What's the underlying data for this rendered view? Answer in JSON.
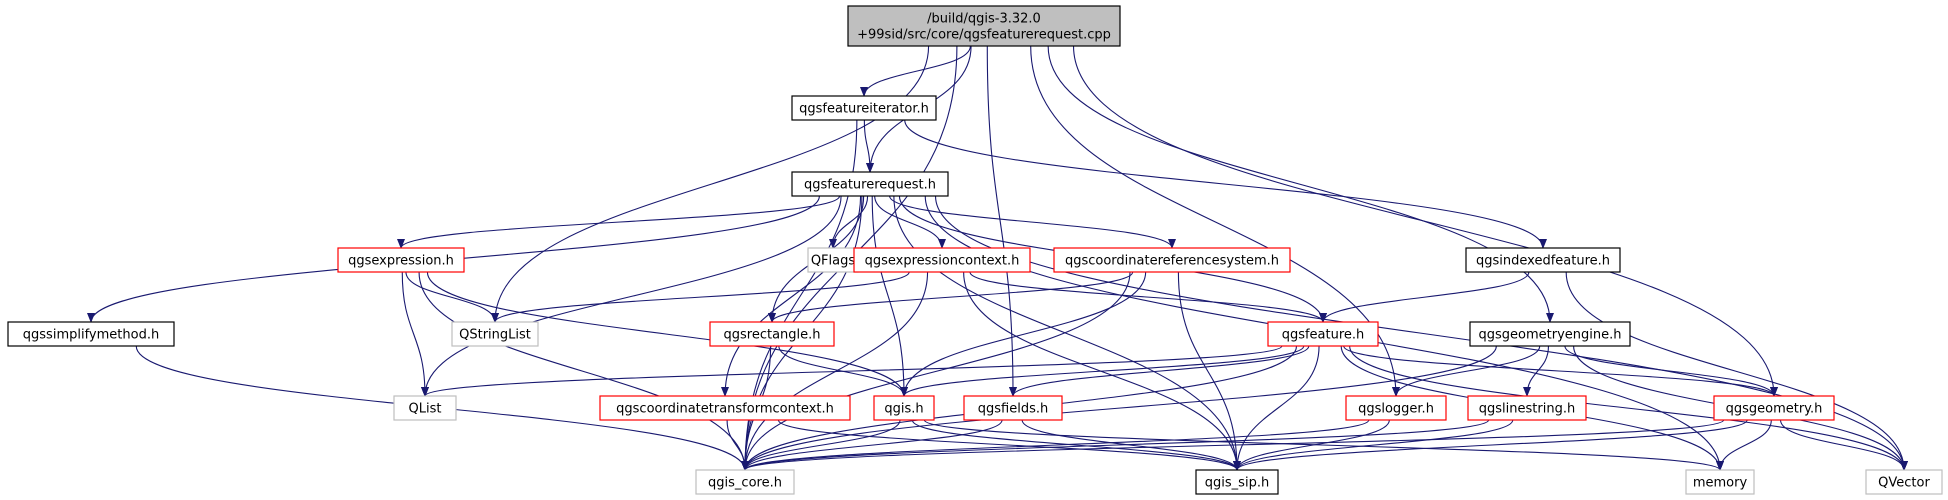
{
  "colors": {
    "edge": "#191970",
    "root_fill": "#bfbfbf",
    "normal_border": "#000000",
    "truncated_border": "#ff0000",
    "external_border": "#bfbfbf",
    "text": "#000000"
  },
  "nodes": [
    {
      "id": "root",
      "lines": [
        "/build/qgis-3.32.0",
        "+99sid/src/core/qgsfeaturerequest.cpp"
      ],
      "kind": "root"
    },
    {
      "id": "qgsfeatureiterator",
      "lines": [
        "qgsfeatureiterator.h"
      ],
      "kind": "normal"
    },
    {
      "id": "qgsfeaturerequest",
      "lines": [
        "qgsfeaturerequest.h"
      ],
      "kind": "normal"
    },
    {
      "id": "qgsexpression",
      "lines": [
        "qgsexpression.h"
      ],
      "kind": "truncated"
    },
    {
      "id": "qflags",
      "lines": [
        "QFlags"
      ],
      "kind": "external"
    },
    {
      "id": "qgsexpressioncontext",
      "lines": [
        "qgsexpressioncontext.h"
      ],
      "kind": "truncated"
    },
    {
      "id": "qgscrs",
      "lines": [
        "qgscoordinatereferencesystem.h"
      ],
      "kind": "truncated"
    },
    {
      "id": "qgsindexedfeature",
      "lines": [
        "qgsindexedfeature.h"
      ],
      "kind": "normal"
    },
    {
      "id": "qgssimplifymethod",
      "lines": [
        "qgssimplifymethod.h"
      ],
      "kind": "normal"
    },
    {
      "id": "qstringlist",
      "lines": [
        "QStringList"
      ],
      "kind": "external"
    },
    {
      "id": "qgsrectangle",
      "lines": [
        "qgsrectangle.h"
      ],
      "kind": "truncated"
    },
    {
      "id": "qgsfeature",
      "lines": [
        "qgsfeature.h"
      ],
      "kind": "truncated"
    },
    {
      "id": "qgsgeometryengine",
      "lines": [
        "qgsgeometryengine.h"
      ],
      "kind": "normal"
    },
    {
      "id": "qlist",
      "lines": [
        "QList"
      ],
      "kind": "external"
    },
    {
      "id": "qgsctc",
      "lines": [
        "qgscoordinatetransformcontext.h"
      ],
      "kind": "truncated"
    },
    {
      "id": "qgis",
      "lines": [
        "qgis.h"
      ],
      "kind": "truncated"
    },
    {
      "id": "qgsfields",
      "lines": [
        "qgsfields.h"
      ],
      "kind": "truncated"
    },
    {
      "id": "qgslogger",
      "lines": [
        "qgslogger.h"
      ],
      "kind": "truncated"
    },
    {
      "id": "qgslinestring",
      "lines": [
        "qgslinestring.h"
      ],
      "kind": "truncated"
    },
    {
      "id": "qgsgeometry",
      "lines": [
        "qgsgeometry.h"
      ],
      "kind": "truncated"
    },
    {
      "id": "qgis_core",
      "lines": [
        "qgis_core.h"
      ],
      "kind": "external"
    },
    {
      "id": "qgis_sip",
      "lines": [
        "qgis_sip.h"
      ],
      "kind": "normal"
    },
    {
      "id": "memory",
      "lines": [
        "memory"
      ],
      "kind": "external"
    },
    {
      "id": "qvector",
      "lines": [
        "QVector"
      ],
      "kind": "external"
    }
  ]
}
